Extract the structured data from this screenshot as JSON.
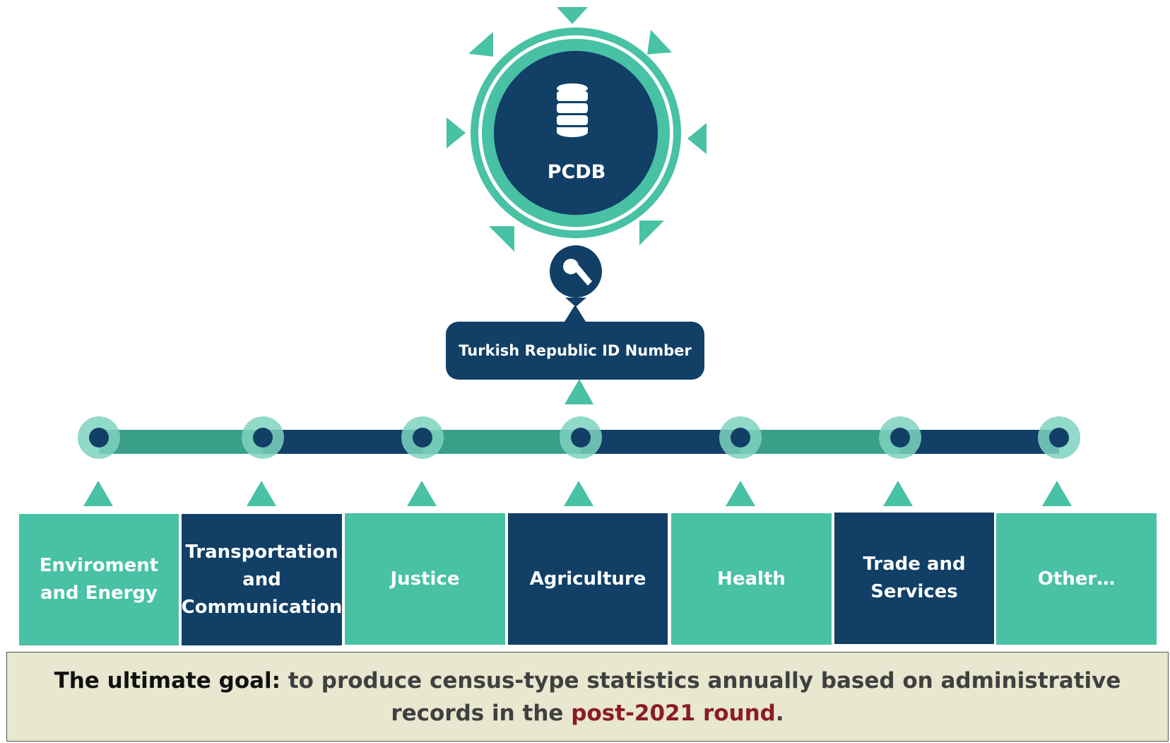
{
  "hub": {
    "label": "PCDB",
    "center_icon": "database-icon",
    "link_icon": "key-icon"
  },
  "id_callout": {
    "label": "Turkish Republic ID Number"
  },
  "sectors": [
    {
      "label": "Enviroment and Energy",
      "color": "#48C1A4"
    },
    {
      "label": "Transportation and Communication",
      "color": "#113F66"
    },
    {
      "label": "Justice",
      "color": "#48C1A4"
    },
    {
      "label": "Agriculture",
      "color": "#113F66"
    },
    {
      "label": "Health",
      "color": "#48C1A4"
    },
    {
      "label": "Trade and Services",
      "color": "#113F66"
    },
    {
      "label": "Other…",
      "color": "#48C1A4"
    }
  ],
  "goal": {
    "lead": "The ultimate goal:",
    "body": " to produce census-type statistics annually based on administrative records in the ",
    "accent": "post-2021 round",
    "end": "."
  },
  "colors": {
    "teal": "#48C1A4",
    "navy": "#113F66",
    "line_green": "#3A9F89",
    "node_halo": "#7ED2C0",
    "goal_background": "#E8E7CF",
    "goal_accent": "#8B1C25"
  }
}
